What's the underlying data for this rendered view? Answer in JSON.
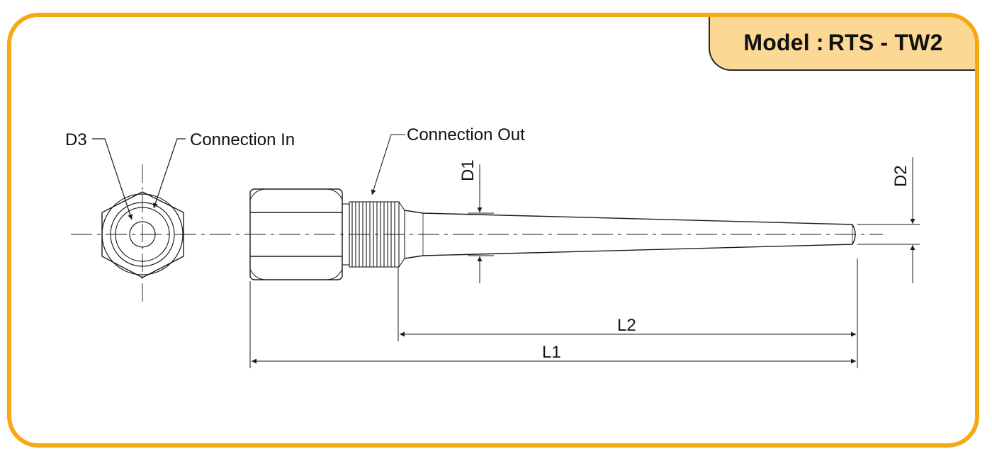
{
  "model": {
    "label": "Model :",
    "value": "RTS - TW2"
  },
  "labels": {
    "d3": "D3",
    "connection_in": "Connection In",
    "connection_out": "Connection Out",
    "d1": "D1",
    "d2": "D2",
    "l1": "L1",
    "l2": "L2"
  },
  "colors": {
    "frame": "#f7a812",
    "tab_fill": "#fbd894",
    "line": "#1a1a1a"
  }
}
